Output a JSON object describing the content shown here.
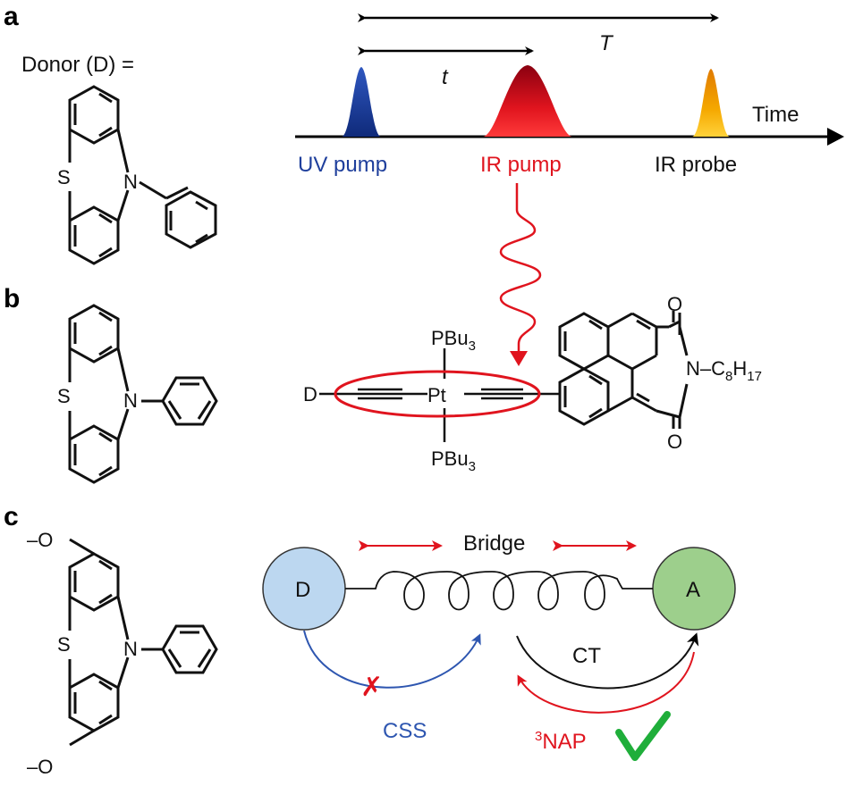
{
  "panels": {
    "a": {
      "label": "a",
      "donor_label": "Donor (D) =",
      "pulses": {
        "uv_pump": {
          "label": "UV pump",
          "color": "#1f3f9c"
        },
        "ir_pump": {
          "label": "IR  pump",
          "color": "#e0141e"
        },
        "ir_probe": {
          "label": "IR probe",
          "color": "#f5a000"
        }
      },
      "time_label": "Time",
      "t_label": "t",
      "T_label": "T",
      "molecule_atoms": {
        "s": "S",
        "n": "N"
      }
    },
    "b": {
      "label": "b",
      "complex": {
        "donor": "D",
        "metal": "Pt",
        "ligand_top": "PBu",
        "ligand_bottom": "PBu",
        "ligand_sub": "3",
        "oxygen_top": "O",
        "oxygen_bottom": "O",
        "nitrogen_chain_a": "N",
        "chain_c": "–C",
        "chain_c_sub": "8",
        "chain_h": "H",
        "chain_h_sub": "17",
        "ellipse_color": "#e0141e"
      },
      "molecule_atoms": {
        "s": "S",
        "n": "N"
      }
    },
    "c": {
      "label": "c",
      "methoxy_top": "–O",
      "methoxy_bottom": "–O",
      "molecule_atoms": {
        "s": "S",
        "n": "N"
      },
      "bridge_label": "Bridge",
      "donor_node": {
        "label": "D",
        "color": "#bcd7f0"
      },
      "acceptor_node": {
        "label": "A",
        "color": "#9dcf8c"
      },
      "ct_label": "CT",
      "css_label": "CSS",
      "nap_sup": "3",
      "nap_label": "NAP",
      "colors": {
        "css": "#2e56b0",
        "nap": "#e0141e",
        "check": "#1fae3a",
        "cross": "#e0141e",
        "bridge_arrows": "#e0141e"
      }
    }
  }
}
